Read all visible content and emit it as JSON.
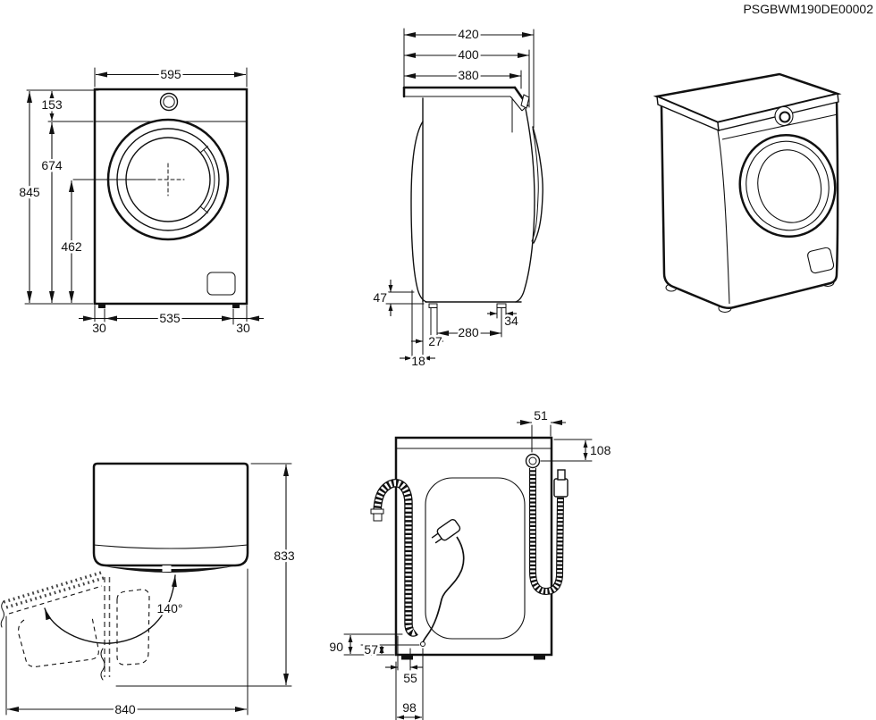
{
  "document_code": "PSGBWM190DE00002",
  "views": {
    "front": {
      "width": "595",
      "top_panel_height": "153",
      "door_center_from_top_panel": "674",
      "overall_height": "845",
      "door_center_from_bottom": "462",
      "feet_distance": "535",
      "left_foot_inset": "30",
      "right_foot_inset": "30"
    },
    "side": {
      "overall_depth": "420",
      "depth_to_door": "400",
      "top_depth": "380",
      "rear_recess_height": "47",
      "front_foot_width": "34",
      "feet_distance": "280",
      "rear_foot_inset": "27",
      "rear_bulge_depth": "18"
    },
    "top": {
      "door_opening_angle": "140°",
      "depth_with_door_open": "833",
      "width_with_door_open": "840"
    },
    "rear": {
      "inlet_hose_inset": "51",
      "inlet_hose_drop": "108",
      "drain_hose_height": "90",
      "cord_exit_height": "57",
      "drain_to_cord_distance": "55",
      "cord_inset": "98"
    }
  }
}
